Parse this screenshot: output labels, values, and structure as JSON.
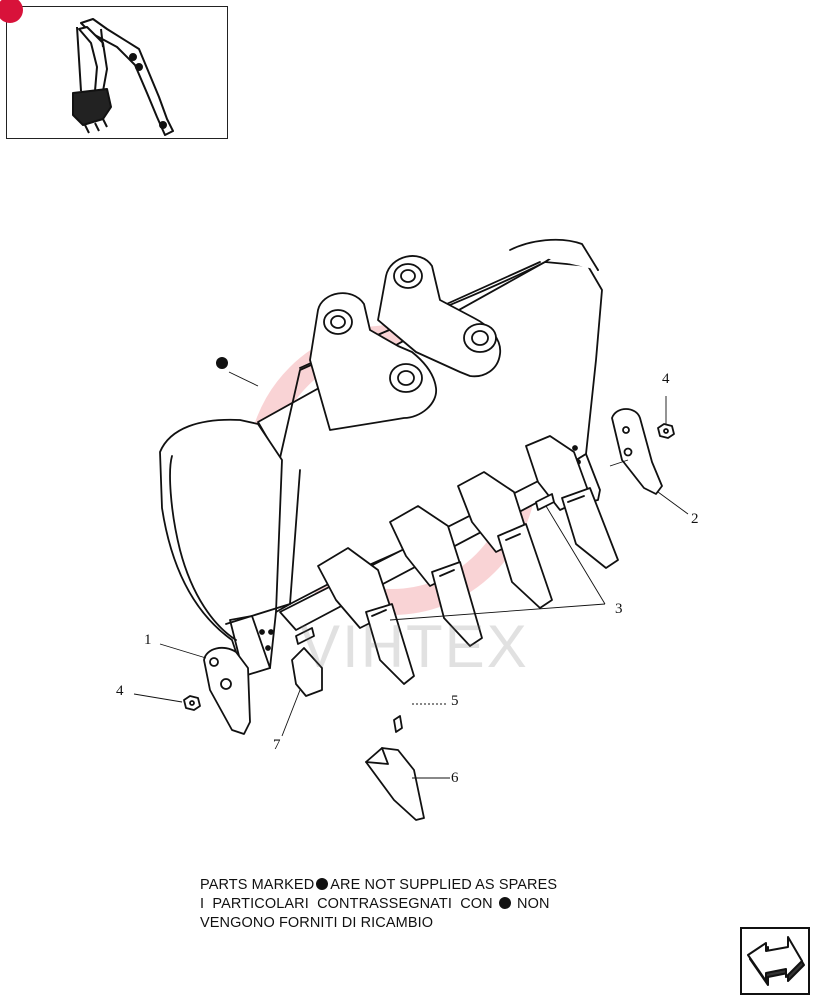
{
  "callouts": {
    "c1": "1",
    "c2": "2",
    "c3": "3",
    "c4a": "4",
    "c4b": "4",
    "c5": "5",
    "c6": "6",
    "c7": "7"
  },
  "notes": {
    "line1_a": "PARTS MARKED",
    "line1_b": "ARE NOT SUPPLIED AS SPARES",
    "line2_a": "I  PARTICOLARI  CONTRASSEGNATI  CON",
    "line2_b": "NON",
    "line3": "VENGONO FORNITI DI RICAMBIO"
  },
  "watermark": {
    "text": "VIHTEX",
    "color": "#e83b45"
  },
  "icons": {
    "next": "next-page-arrow-icon",
    "marker": "not-supplied-dot-icon"
  }
}
